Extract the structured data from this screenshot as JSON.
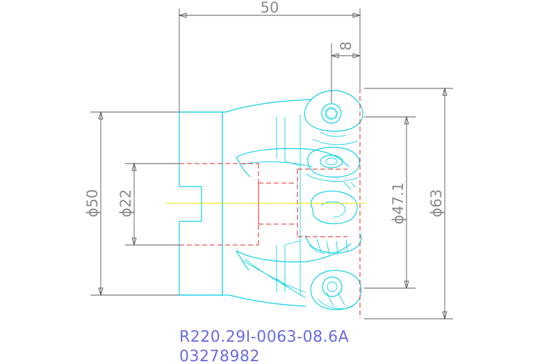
{
  "dimensions": {
    "length": "50",
    "step": "8",
    "shank_diameter": "ϕ50",
    "bore_diameter": "ϕ22",
    "inner_diameter": "ϕ47.1",
    "cutting_diameter": "ϕ63"
  },
  "caption": {
    "code": "R220.29I-0063-08.6A",
    "number": "03278982"
  },
  "colors": {
    "outline": "#10d0e8",
    "hidden": "#e02020",
    "dimension": "#555555",
    "centerline": "#e8e800",
    "caption": "#6a6adf"
  }
}
